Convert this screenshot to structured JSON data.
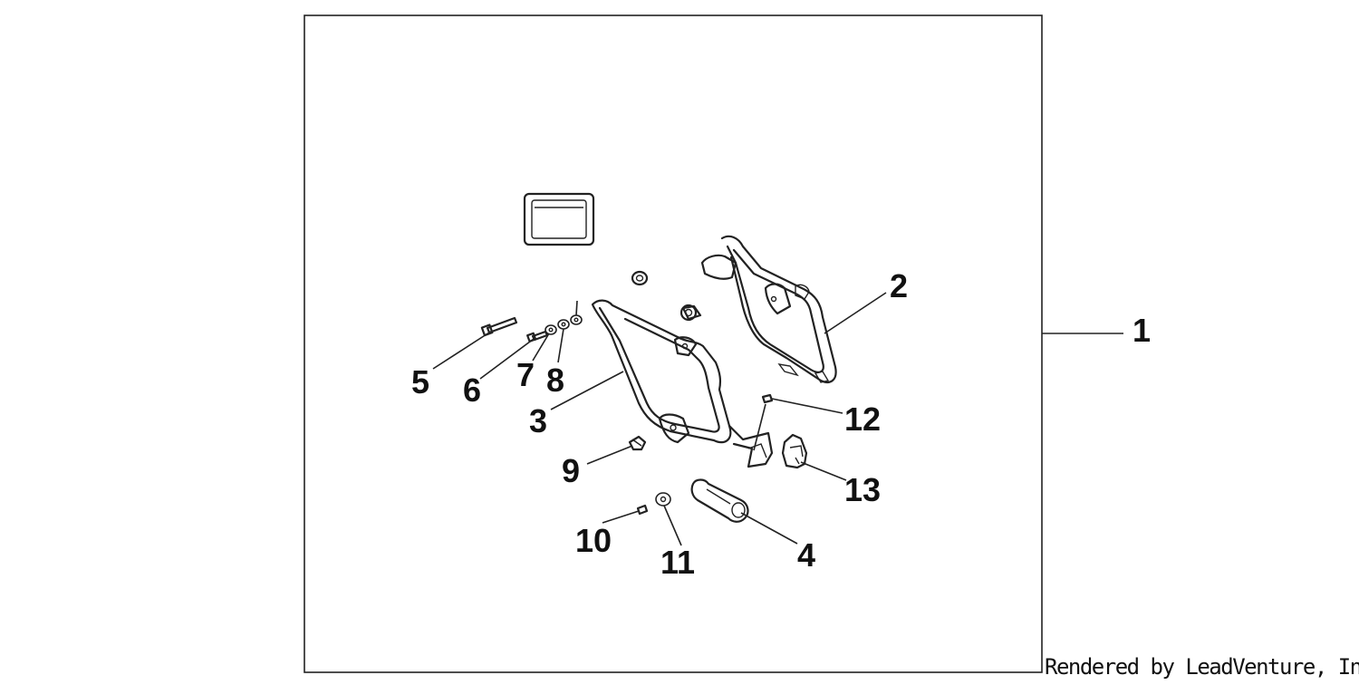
{
  "callouts": {
    "c1": "1",
    "c2": "2",
    "c3": "3",
    "c4": "4",
    "c5": "5",
    "c6": "6",
    "c7": "7",
    "c8": "8",
    "c9": "9",
    "c10": "10",
    "c11": "11",
    "c12": "12",
    "c13": "13"
  },
  "credit": "Rendered by LeadVenture, Inc."
}
